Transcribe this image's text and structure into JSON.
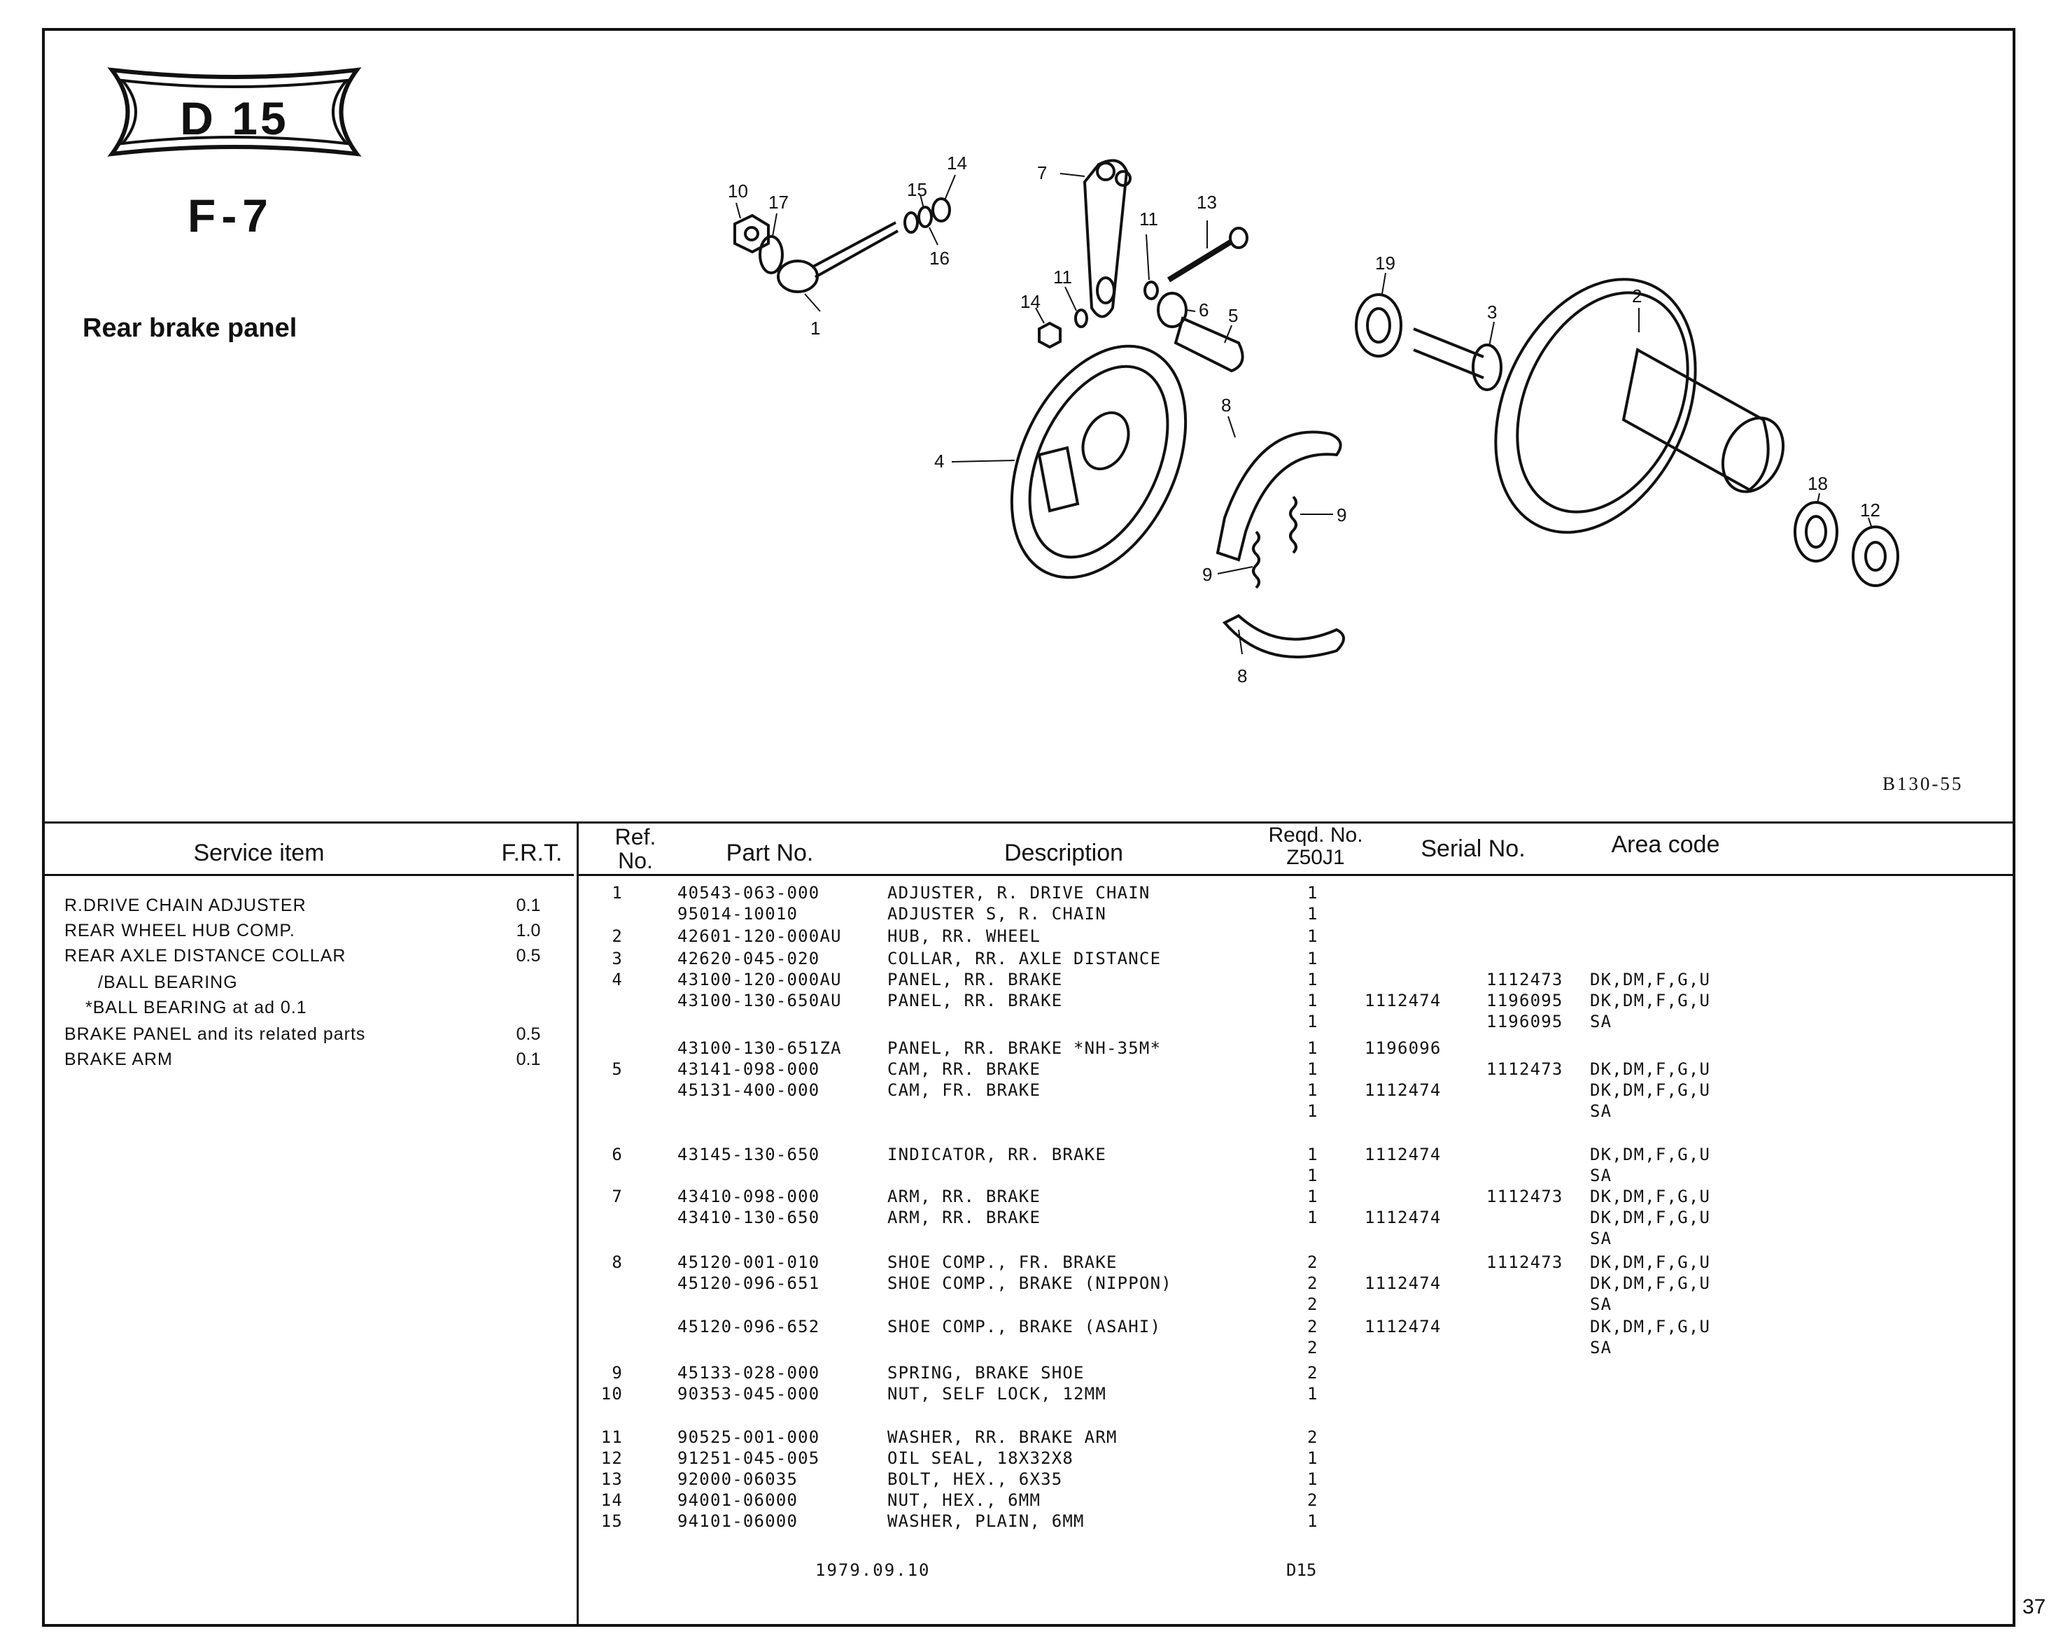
{
  "header": {
    "group_code": "D 15",
    "figure_no": "F-7",
    "title": "Rear brake panel",
    "illustration_code": "B130-55",
    "page_number": "37"
  },
  "diagram": {
    "callouts": [
      "1",
      "2",
      "3",
      "4",
      "5",
      "6",
      "7",
      "8",
      "8",
      "9",
      "9",
      "10",
      "11",
      "11",
      "12",
      "13",
      "14",
      "14",
      "15",
      "16",
      "17",
      "18",
      "19"
    ]
  },
  "service_table": {
    "headers": {
      "item": "Service item",
      "frt": "F.R.T."
    },
    "rows": [
      {
        "item": "R.DRIVE CHAIN ADJUSTER",
        "frt": "0.1"
      },
      {
        "item": "REAR WHEEL HUB COMP.",
        "frt": "1.0"
      },
      {
        "item": "REAR AXLE DISTANCE COLLAR",
        "frt": "0.5"
      },
      {
        "item": "/BALL BEARING",
        "frt": ""
      },
      {
        "item": "*BALL BEARING at ad  0.1",
        "frt": ""
      },
      {
        "item": "BRAKE PANEL and its related parts",
        "frt": "0.5"
      },
      {
        "item": "BRAKE ARM",
        "frt": "0.1"
      }
    ]
  },
  "parts_table": {
    "headers": {
      "ref": "Ref. No.",
      "part": "Part No.",
      "desc": "Description",
      "reqd": "Reqd. No. Z50J1",
      "serial": "Serial No.",
      "area": "Area code"
    },
    "rows": [
      {
        "ref": "1",
        "part": "40543-063-000",
        "desc": "ADJUSTER, R. DRIVE CHAIN",
        "qty": "1",
        "from": "",
        "to": "",
        "area": ""
      },
      {
        "ref": "",
        "part": "95014-10010",
        "desc": "ADJUSTER S, R. CHAIN",
        "qty": "1",
        "from": "",
        "to": "",
        "area": ""
      },
      {
        "ref": "2",
        "part": "42601-120-000AU",
        "desc": "HUB, RR. WHEEL",
        "qty": "1",
        "from": "",
        "to": "",
        "area": ""
      },
      {
        "ref": "3",
        "part": "42620-045-020",
        "desc": "COLLAR, RR. AXLE DISTANCE",
        "qty": "1",
        "from": "",
        "to": "",
        "area": ""
      },
      {
        "ref": "4",
        "part": "43100-120-000AU",
        "desc": "PANEL, RR. BRAKE",
        "qty": "1",
        "from": "",
        "to": "1112473",
        "area": "DK,DM,F,G,U"
      },
      {
        "ref": "",
        "part": "43100-130-650AU",
        "desc": "PANEL, RR. BRAKE",
        "qty": "1",
        "from": "1112474",
        "to": "1196095",
        "area": "DK,DM,F,G,U"
      },
      {
        "ref": "",
        "part": "",
        "desc": "",
        "qty": "1",
        "from": "",
        "to": "1196095",
        "area": "SA"
      },
      {
        "ref": "",
        "part": "43100-130-651ZA",
        "desc": "PANEL, RR. BRAKE *NH-35M*",
        "qty": "1",
        "from": "1196096",
        "to": "",
        "area": ""
      },
      {
        "ref": "5",
        "part": "43141-098-000",
        "desc": "CAM, RR. BRAKE",
        "qty": "1",
        "from": "",
        "to": "1112473",
        "area": "DK,DM,F,G,U"
      },
      {
        "ref": "",
        "part": "45131-400-000",
        "desc": "CAM, FR. BRAKE",
        "qty": "1",
        "from": "1112474",
        "to": "",
        "area": "DK,DM,F,G,U"
      },
      {
        "ref": "",
        "part": "",
        "desc": "",
        "qty": "1",
        "from": "",
        "to": "",
        "area": "SA"
      },
      {
        "ref": "6",
        "part": "43145-130-650",
        "desc": "INDICATOR, RR. BRAKE",
        "qty": "1",
        "from": "1112474",
        "to": "",
        "area": "DK,DM,F,G,U"
      },
      {
        "ref": "",
        "part": "",
        "desc": "",
        "qty": "1",
        "from": "",
        "to": "",
        "area": "SA"
      },
      {
        "ref": "7",
        "part": "43410-098-000",
        "desc": "ARM, RR. BRAKE",
        "qty": "1",
        "from": "",
        "to": "1112473",
        "area": "DK,DM,F,G,U"
      },
      {
        "ref": "",
        "part": "43410-130-650",
        "desc": "ARM, RR. BRAKE",
        "qty": "1",
        "from": "1112474",
        "to": "",
        "area": "DK,DM,F,G,U"
      },
      {
        "ref": "",
        "part": "",
        "desc": "",
        "qty": "",
        "from": "",
        "to": "",
        "area": "SA"
      },
      {
        "ref": "8",
        "part": "45120-001-010",
        "desc": "SHOE COMP., FR. BRAKE",
        "qty": "2",
        "from": "",
        "to": "1112473",
        "area": "DK,DM,F,G,U"
      },
      {
        "ref": "",
        "part": "45120-096-651",
        "desc": "SHOE COMP., BRAKE (NIPPON)",
        "qty": "2",
        "from": "1112474",
        "to": "",
        "area": "DK,DM,F,G,U"
      },
      {
        "ref": "",
        "part": "",
        "desc": "",
        "qty": "2",
        "from": "",
        "to": "",
        "area": "SA"
      },
      {
        "ref": "",
        "part": "45120-096-652",
        "desc": "SHOE COMP., BRAKE (ASAHI)",
        "qty": "2",
        "from": "1112474",
        "to": "",
        "area": "DK,DM,F,G,U"
      },
      {
        "ref": "",
        "part": "",
        "desc": "",
        "qty": "2",
        "from": "",
        "to": "",
        "area": "SA"
      },
      {
        "ref": "9",
        "part": "45133-028-000",
        "desc": "SPRING, BRAKE SHOE",
        "qty": "2",
        "from": "",
        "to": "",
        "area": ""
      },
      {
        "ref": "10",
        "part": "90353-045-000",
        "desc": "NUT, SELF LOCK, 12MM",
        "qty": "1",
        "from": "",
        "to": "",
        "area": ""
      },
      {
        "ref": "11",
        "part": "90525-001-000",
        "desc": "WASHER, RR. BRAKE ARM",
        "qty": "2",
        "from": "",
        "to": "",
        "area": ""
      },
      {
        "ref": "12",
        "part": "91251-045-005",
        "desc": "OIL SEAL, 18X32X8",
        "qty": "1",
        "from": "",
        "to": "",
        "area": ""
      },
      {
        "ref": "13",
        "part": "92000-06035",
        "desc": "BOLT, HEX., 6X35",
        "qty": "1",
        "from": "",
        "to": "",
        "area": ""
      },
      {
        "ref": "14",
        "part": "94001-06000",
        "desc": "NUT, HEX., 6MM",
        "qty": "2",
        "from": "",
        "to": "",
        "area": ""
      },
      {
        "ref": "15",
        "part": "94101-06000",
        "desc": "WASHER, PLAIN, 6MM",
        "qty": "1",
        "from": "",
        "to": "",
        "area": ""
      }
    ],
    "footer_date": "1979.09.10",
    "footer_code": "D15"
  }
}
